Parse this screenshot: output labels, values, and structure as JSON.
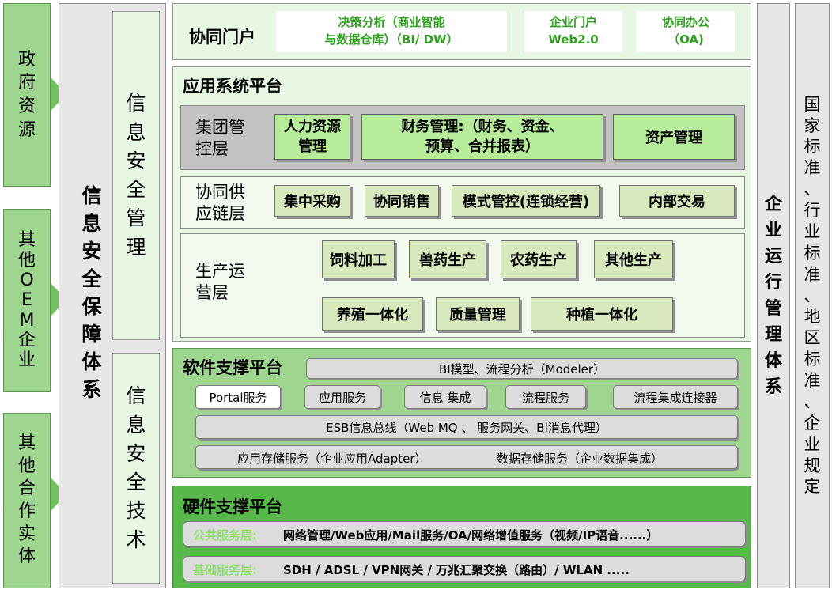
{
  "left_sources": [
    {
      "chars": [
        "政",
        "府",
        "资",
        "源"
      ]
    },
    {
      "chars": [
        "其",
        "他",
        "O",
        "E",
        "M",
        "企",
        "业"
      ]
    },
    {
      "chars": [
        "其",
        "他",
        "合",
        "作",
        "实",
        "体"
      ]
    }
  ],
  "security_system": {
    "chars": [
      "信",
      "息",
      "安",
      "全",
      "保",
      "障",
      "体",
      "系"
    ]
  },
  "security_management": {
    "chars": [
      "信",
      "息",
      "安",
      "全",
      "管",
      "理"
    ]
  },
  "security_technology": {
    "chars": [
      "信",
      "息",
      "安",
      "全",
      "技",
      "术"
    ]
  },
  "enterprise_ops": {
    "chars": [
      "企",
      "业",
      "运",
      "行",
      "管",
      "理",
      "体",
      "系"
    ]
  },
  "standards": {
    "chars": [
      "国",
      "家",
      "标",
      "准",
      "、",
      "行",
      "业",
      "标",
      "准",
      "、",
      "地",
      "区",
      "标",
      "准",
      "、",
      "企",
      "业",
      "规",
      "定"
    ]
  },
  "portal": {
    "title": "协同门户",
    "items": [
      {
        "line1": "决策分析（商业智能",
        "line2": "与数据仓库）（BI/ DW）"
      },
      {
        "line1": "企业门户",
        "line2": "Web2.0"
      },
      {
        "line1": "协同办公",
        "line2": "（OA)"
      }
    ]
  },
  "app_platform": {
    "title": "应用系统平台",
    "group_layer": {
      "label_line1": "集团管",
      "label_line2": "控层",
      "items": [
        {
          "line1": "人力资源",
          "line2": "管理"
        },
        {
          "line1": "财务管理:（财务、资金、",
          "line2": "预算、合并报表）"
        },
        {
          "line1": "资产管理",
          "line2": ""
        }
      ]
    },
    "supply_layer": {
      "label_line1": "协同供",
      "label_line2": "应链层",
      "items": [
        "集中采购",
        "协同销售",
        "模式管控(连锁经营)",
        "内部交易"
      ]
    },
    "production_layer": {
      "label_line1": "生产运",
      "label_line2": "营层",
      "row1": [
        "饲料加工",
        "兽药生产",
        "农药生产",
        "其他生产"
      ],
      "row2": [
        "养殖一体化",
        "质量管理",
        "种植一体化"
      ]
    }
  },
  "software_platform": {
    "title": "软件支撑平台",
    "bi_model": "BI模型、流程分析（Modeler）",
    "services": [
      "Portal服务",
      "应用服务",
      "信息 集成",
      "流程服务",
      "流程集成连接器"
    ],
    "esb": "ESB信息总线（Web MQ 、 服务网关、BI消息代理）",
    "storage_left": "应用存储服务（企业应用Adapter）",
    "storage_right": "数据存储服务（企业数据集成）"
  },
  "hardware_platform": {
    "title": "硬件支撑平台",
    "public_label": "公共服务层:",
    "public_text": "网络管理/Web应用/Mail服务/OA/网络增值服务（视频/IP语音......）",
    "base_label": "基础服务层:",
    "base_text": "SDH / ADSL / VPN网关 / 万兆汇聚交换（路由）/ WLAN ....."
  },
  "colors": {
    "green_accent": "#57b94a",
    "light_green": "#b7ec9a",
    "panel_green": "#9ed58f",
    "label_green": "#8ee06c"
  }
}
